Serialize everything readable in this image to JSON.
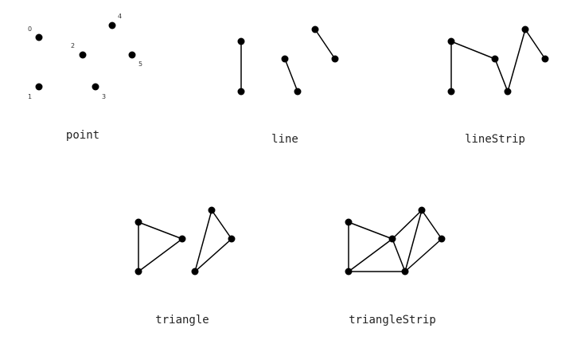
{
  "colors": {
    "stroke": "#000000",
    "vertex": "#000000",
    "background": "#ffffff"
  },
  "panels": [
    {
      "id": "point",
      "label": "point",
      "indices": [
        "0",
        "1",
        "2",
        "3",
        "4",
        "5"
      ]
    },
    {
      "id": "line",
      "label": "line"
    },
    {
      "id": "line-strip",
      "label": "lineStrip"
    },
    {
      "id": "triangle",
      "label": "triangle"
    },
    {
      "id": "triangle-strip",
      "label": "triangleStrip"
    }
  ]
}
